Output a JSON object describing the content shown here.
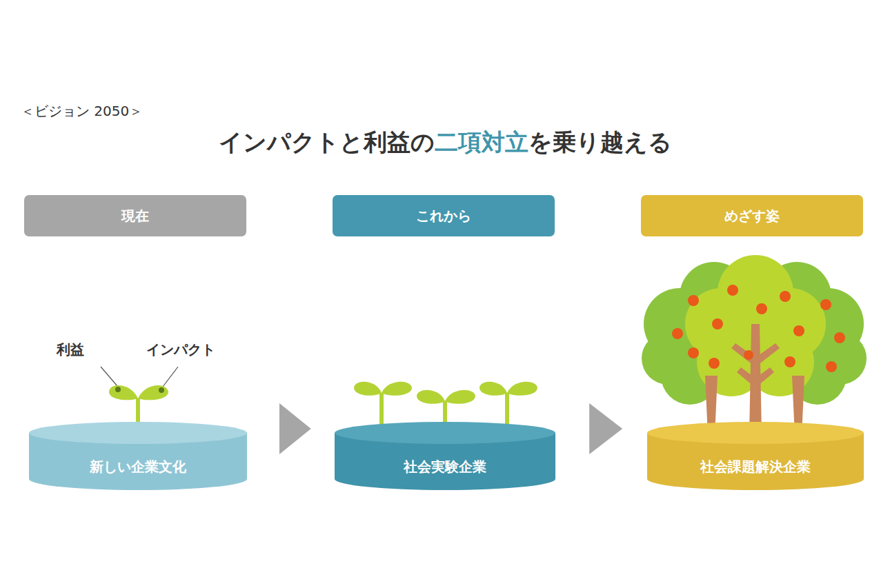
{
  "diagram": {
    "title": "インパクトと利益の二項対立を乗り越える",
    "nodes": [
      {
        "text": [
          "現在"
        ]
      },
      {
        "text": [
          "これから"
        ]
      },
      {
        "text": [
          "めざす姿"
        ]
      },
      {
        "text": [
          "新しい企業文化"
        ]
      },
      {
        "text": [
          "社会実験企業"
        ]
      },
      {
        "text": [
          "社会課題解決企業"
        ]
      }
    ],
    "edges": [
      {
        "from": 3,
        "to": 4,
        "arrow": "to"
      },
      {
        "from": 4,
        "to": 5,
        "arrow": "to"
      }
    ],
    "labels": [
      "＜ビジョン 2050＞",
      "利益",
      "インパクト"
    ]
  }
}
